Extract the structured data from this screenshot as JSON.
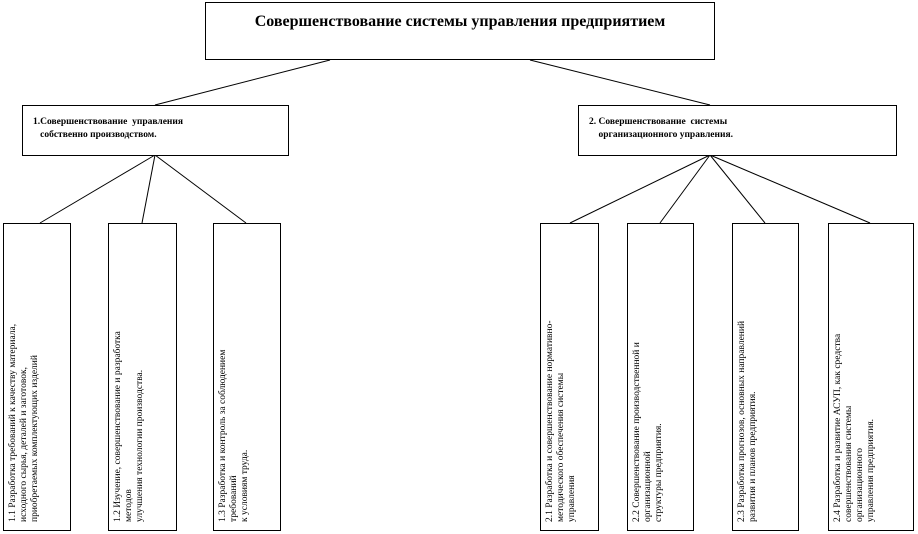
{
  "title": "Совершенствование системы управления предприятием",
  "branches": [
    {
      "label": "1.Совершенствование  управления\n   собственно производством.",
      "items": [
        "1.1  Разработка требований к качеству материала,\nисходного сырья, деталей и заготовок,\nприобретаемых комплектующих изделий",
        "1.2   Изучение, совершенствование и разработка\nметодов\nулучшения технологии производства.",
        "1.3   Разработка и контроль за соблюдением\nтребований\nк условиям труда."
      ]
    },
    {
      "label": "2. Совершенствование  системы\n    организационного управления.",
      "items": [
        "2.1   Разработка и совершенствование нормативно-\nметодического обеспечения  системы\nуправления",
        "2.2   Совершенствование производственной и\nорганизационной\nструктуры предприятия.",
        "2.3   Разработка прогнозов, основных направлений\nразвития и планов предприятия.",
        "2.4  Разработка и развитие АСУП, как средства\nсовершенствования    системы\nорганизационного\nуправления предприятия."
      ]
    }
  ]
}
